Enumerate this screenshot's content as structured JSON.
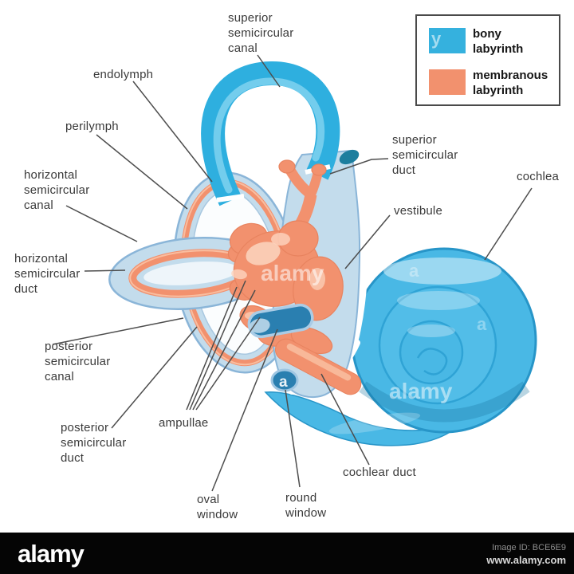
{
  "diagram": {
    "labels": {
      "superior_semicircular_canal": "superior\nsemicircular\ncanal",
      "endolymph": "endolymph",
      "perilymph": "perilymph",
      "horizontal_semicircular_canal": "horizontal\nsemicircular\ncanal",
      "horizontal_semicircular_duct": "horizontal\nsemicircular\nduct",
      "posterior_semicircular_canal": "posterior\nsemicircular\ncanal",
      "posterior_semicircular_duct": "posterior\nsemicircular\nduct",
      "ampullae": "ampullae",
      "oval_window": "oval\nwindow",
      "round_window": "round\nwindow",
      "cochlear_duct": "cochlear duct",
      "superior_semicircular_duct": "superior\nsemicircular\nduct",
      "vestibule": "vestibule",
      "cochlea": "cochlea"
    },
    "colors": {
      "bony_labyrinth_blue": "#2fb0de",
      "bony_canal_light_blue": "#c3dcec",
      "membranous_salmon": "#f2916e",
      "window_dark_blue": "#2a7fb0",
      "cochlea_blue": "#49b8e5"
    }
  },
  "legend": {
    "items": [
      {
        "label": "bony\nlabyrinth",
        "color": "#35b1de"
      },
      {
        "label": "membranous\nlabyrinth",
        "color": "#f2916e"
      }
    ]
  },
  "watermark": {
    "brand": "alamy",
    "letter": "a",
    "letter_y": "y"
  },
  "footer": {
    "brand": "alamy",
    "image_id": "Image ID: BCE6E9",
    "url": "www.alamy.com"
  }
}
